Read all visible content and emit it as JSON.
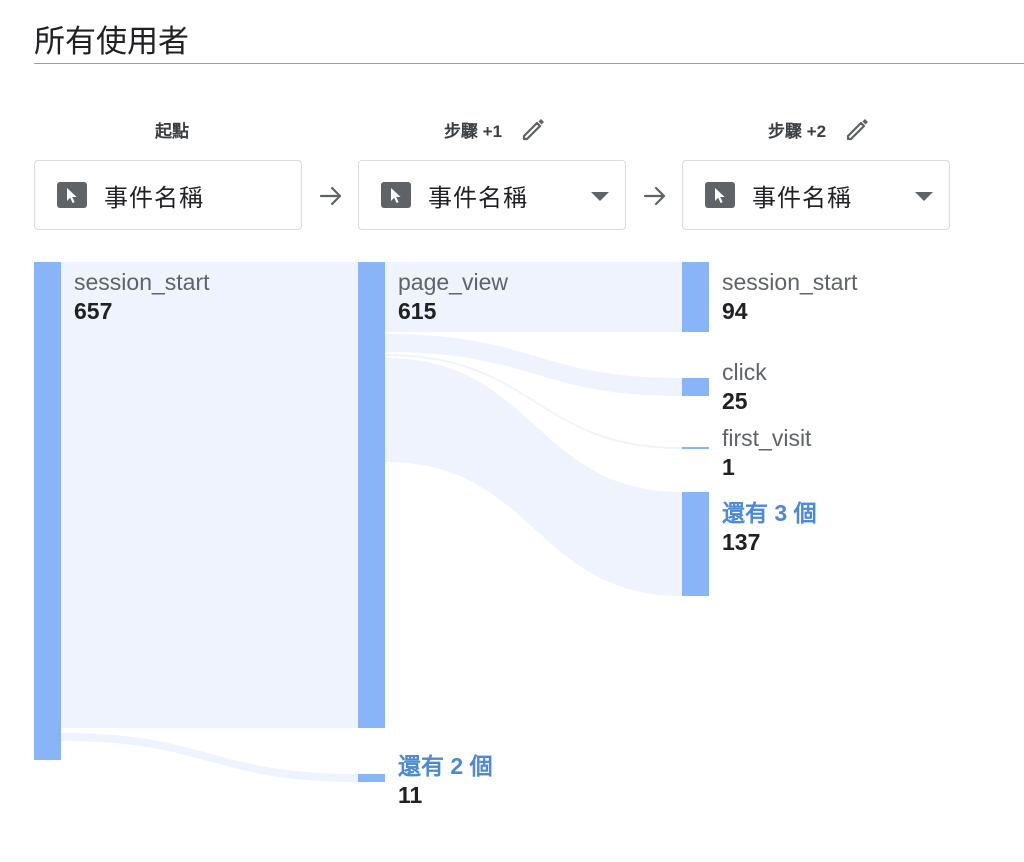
{
  "page": {
    "title": "所有使用者"
  },
  "steps": [
    {
      "header": "起點",
      "dropdown_label": "事件名稱",
      "has_edit": false,
      "has_caret": false
    },
    {
      "header": "步驟 +1",
      "dropdown_label": "事件名稱",
      "has_edit": true,
      "has_caret": true
    },
    {
      "header": "步驟 +2",
      "dropdown_label": "事件名稱",
      "has_edit": true,
      "has_caret": true
    }
  ],
  "nodes": {
    "start_session_start": {
      "label": "session_start",
      "value": "657"
    },
    "s1_page_view": {
      "label": "page_view",
      "value": "615"
    },
    "s1_more": {
      "label": "還有 2 個",
      "value": "11"
    },
    "s2_session_start": {
      "label": "session_start",
      "value": "94"
    },
    "s2_click": {
      "label": "click",
      "value": "25"
    },
    "s2_first_visit": {
      "label": "first_visit",
      "value": "1"
    },
    "s2_more": {
      "label": "還有 3 個",
      "value": "137"
    }
  },
  "colors": {
    "node_bar": "#8ab4f8",
    "flow": "#eef3fd",
    "link_text": "#4a8ad8"
  },
  "icons": {
    "event_type": "cursor-pointer-icon",
    "edit": "pencil-icon",
    "next": "arrow-right-icon",
    "dropdown": "caret-down-icon"
  }
}
